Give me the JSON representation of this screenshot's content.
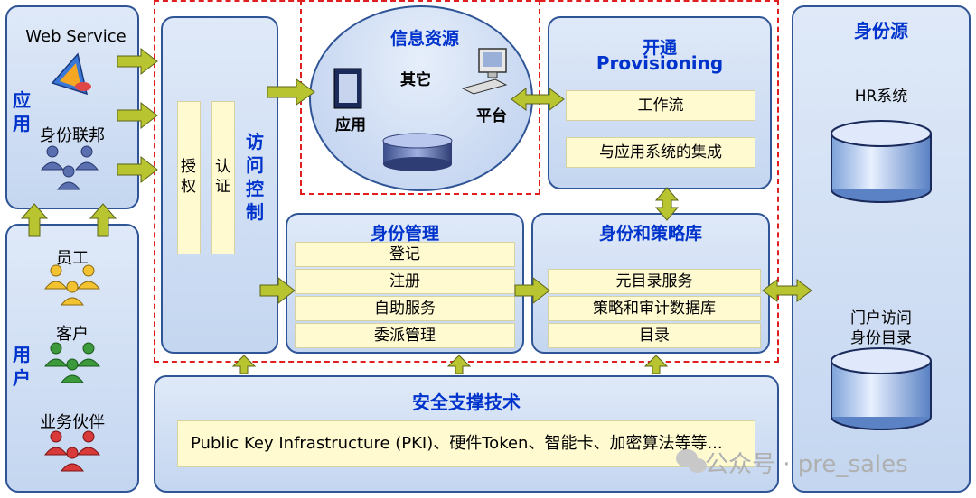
{
  "apps": {
    "label": "应用",
    "web_service": "Web Service",
    "federation": "身份联邦"
  },
  "users": {
    "label": "用户",
    "employee": "员工",
    "customer": "客户",
    "partner": "业务伙伴"
  },
  "access_control": {
    "title": "访问控制",
    "authz": "授权",
    "authn": "认证"
  },
  "info_resources": {
    "title": "信息资源",
    "other": "其它",
    "app": "应用",
    "platform": "平台",
    "data": "数据"
  },
  "provisioning": {
    "title_cn": "开通",
    "title_en": "Provisioning",
    "items": [
      "工作流",
      "与应用系统的集成"
    ]
  },
  "identity_mgmt": {
    "title": "身份管理",
    "items": [
      "登记",
      "注册",
      "自助服务",
      "委派管理"
    ]
  },
  "policy_store": {
    "title": "身份和策略库",
    "items": [
      "元目录服务",
      "策略和审计数据库",
      "目录"
    ]
  },
  "security": {
    "title": "安全支撑技术",
    "desc": "Public Key Infrastructure (PKI)、硬件Token、智能卡、加密算法等等..."
  },
  "identity_source": {
    "title": "身份源",
    "hr": "HR系统",
    "portal_line1": "门户访问",
    "portal_line2": "身份目录"
  },
  "watermark": "公众号 · pre_sales",
  "colors": {
    "title_blue": "#0033cc",
    "arrow_fill": "#b8c430",
    "item_bg": "#fffad0",
    "dash_red": "#e02020"
  }
}
